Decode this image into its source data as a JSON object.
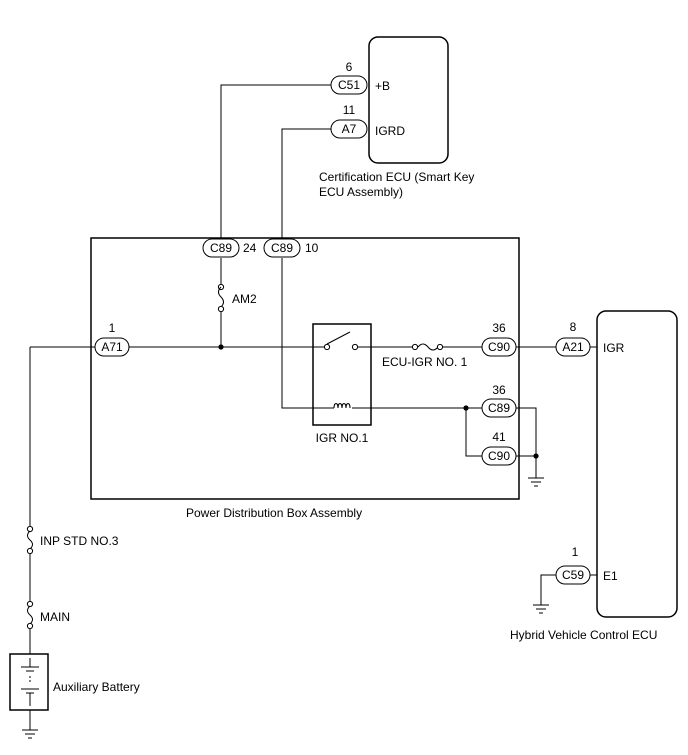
{
  "components": {
    "certification_ecu": "Certification ECU (Smart Key",
    "certification_ecu_line2": "ECU Assembly)",
    "power_distribution_box": "Power Distribution Box Assembly",
    "hybrid_ecu": "Hybrid Vehicle Control ECU",
    "igr_relay": "IGR NO.1",
    "auxiliary_battery": "Auxiliary Battery"
  },
  "fuses": {
    "am2": "AM2",
    "ecu_igr": "ECU-IGR NO. 1",
    "inp_std": "INP STD NO.3",
    "main": "MAIN"
  },
  "terminals": {
    "plus_b": "+B",
    "igrd": "IGRD",
    "igr": "IGR",
    "e1": "E1"
  },
  "connectors": [
    {
      "id": "c51",
      "label": "C51",
      "pin": "6"
    },
    {
      "id": "a7",
      "label": "A7",
      "pin": "11"
    },
    {
      "id": "c89-24",
      "label": "C89",
      "pin": "24"
    },
    {
      "id": "c89-10",
      "label": "C89",
      "pin": "10"
    },
    {
      "id": "a71",
      "label": "A71",
      "pin": "1"
    },
    {
      "id": "c90-36",
      "label": "C90",
      "pin": "36"
    },
    {
      "id": "a21",
      "label": "A21",
      "pin": "8"
    },
    {
      "id": "c89-36",
      "label": "C89",
      "pin": "36"
    },
    {
      "id": "c90-41",
      "label": "C90",
      "pin": "41"
    },
    {
      "id": "c59",
      "label": "C59",
      "pin": "1"
    }
  ]
}
